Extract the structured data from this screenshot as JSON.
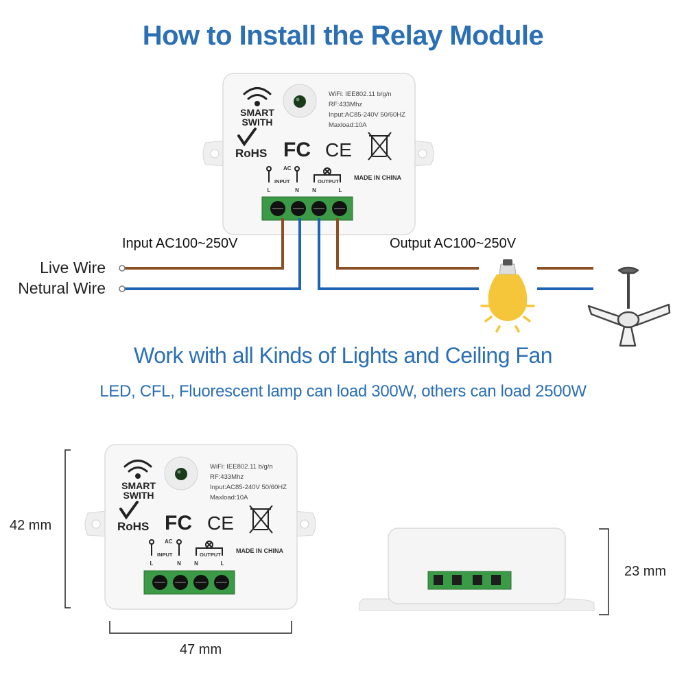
{
  "header": {
    "title": "How to Install the Relay Module"
  },
  "wiring": {
    "input_label": "Input AC100~250V",
    "output_label": "Output AC100~250V",
    "live_wire": "Live Wire",
    "neutral_wire": "Netural Wire",
    "colors": {
      "live": "#8b4f23",
      "neutral": "#1f63b5",
      "bulb": "#f6c63a"
    }
  },
  "module": {
    "brand_line1": "SMART",
    "brand_line2": "SWITH",
    "spec_wifi": "WiFi: IEE802.11 b/g/n",
    "spec_rf": "RF:433Mhz",
    "spec_input": "Input:AC85-240V 50/60HZ",
    "spec_maxload": "Maxload:10A",
    "rohs": "RoHS",
    "fcc": "FC",
    "ce": "CE",
    "ac": "AC",
    "input": "INPUT",
    "output": "OUTPUT",
    "made_in": "MADE IN CHINA",
    "terminal_L": "L",
    "terminal_N": "N"
  },
  "features": {
    "headline": "Work with all Kinds of Lights and Ceiling Fan",
    "detail": "LED, CFL, Fluorescent lamp can load 300W, others can load 2500W"
  },
  "dimensions": {
    "height": "42 mm",
    "width": "47 mm",
    "depth": "23 mm"
  }
}
